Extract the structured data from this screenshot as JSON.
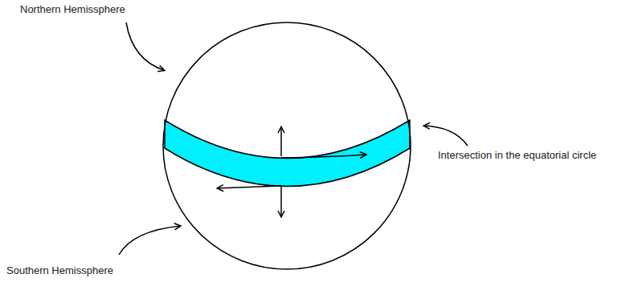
{
  "diagram": {
    "labels": [
      "Northern Hemissphere",
      "Intersection in the equatorial circle",
      "Southern Hemissphere"
    ]
  }
}
